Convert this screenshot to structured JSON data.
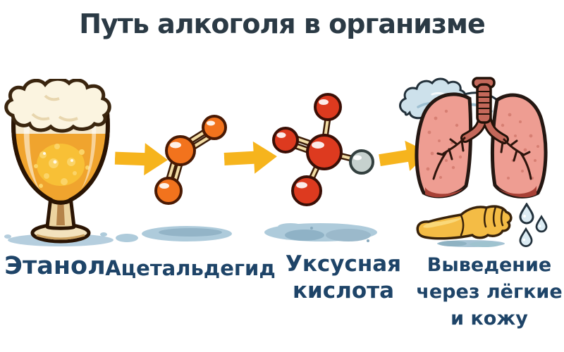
{
  "title": "Путь алкоголя в организме",
  "stages": [
    {
      "name": "ethanol",
      "label": "Этанол",
      "lines": [
        "Этанол"
      ],
      "icon": "beer-glass-icon"
    },
    {
      "name": "acetaldehyde",
      "label": "Ацетальдегид",
      "lines": [
        "Ацетальдегид"
      ],
      "icon": "acetaldehyde-molecule-icon"
    },
    {
      "name": "acetic-acid",
      "label": "Уксусная кислота",
      "lines": [
        "Уксусная",
        "кислота"
      ],
      "icon": "acetic-acid-molecule-icon"
    },
    {
      "name": "elimination",
      "label": "Выведение через лёгкие и кожу",
      "lines": [
        "Выведение",
        "через лёгкие",
        "и кожу"
      ],
      "icon": "lungs-arm-droplets-icon"
    }
  ],
  "arrows": {
    "count": 3,
    "direction": "right",
    "color": "#f6b41d"
  },
  "colors": {
    "background": "#ffffff",
    "title_text": "#2b3a45",
    "label_text": "#1e4468",
    "arrow": "#f6b41d",
    "molecule_orange": "#f2731d",
    "molecule_red": "#dd3a1f",
    "molecule_gray": "#c6d1ce",
    "bond_fill": "#f2dca4",
    "beer_amber": "#f0a42e",
    "foam_cream": "#fbf4e0",
    "lungs_pink": "#ee9d92",
    "lungs_dark": "#a84136",
    "trachea": "#c4685a",
    "breath_cloud": "#cde1eb",
    "skin_yellow": "#f4bc45",
    "droplet_blue": "#dcecf4",
    "puddle_shadow": "#aecbdb"
  }
}
